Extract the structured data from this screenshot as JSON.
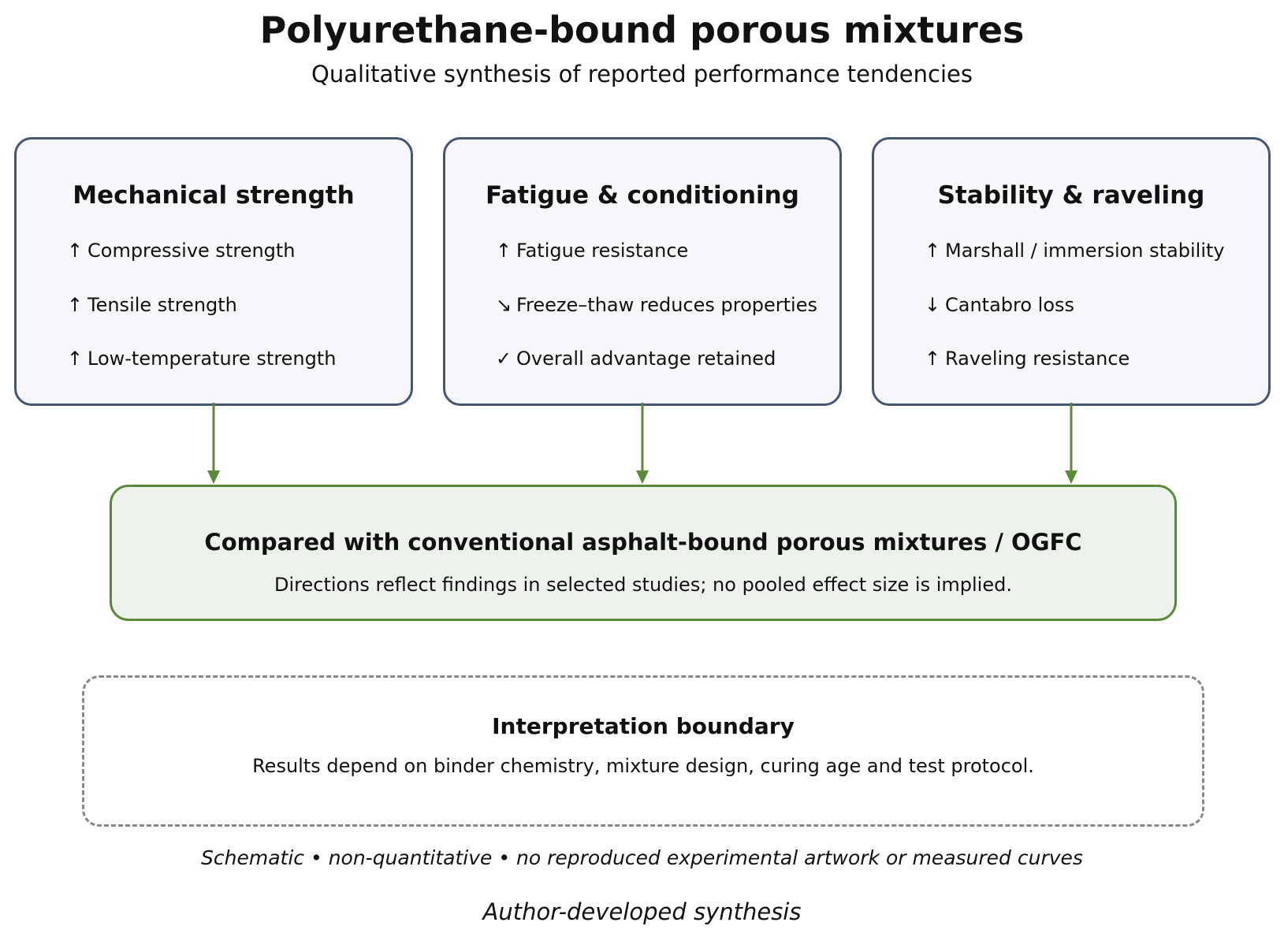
{
  "header": {
    "title": "Polyurethane-bound porous mixtures",
    "subtitle": "Qualitative synthesis of reported performance tendencies"
  },
  "cards": [
    {
      "title": "Mechanical strength",
      "items": [
        {
          "symbol": "↑",
          "text": "Compressive strength"
        },
        {
          "symbol": "↑",
          "text": "Tensile strength"
        },
        {
          "symbol": "↑",
          "text": "Low-temperature strength"
        }
      ]
    },
    {
      "title": "Fatigue & conditioning",
      "items": [
        {
          "symbol": "↑",
          "text": "Fatigue resistance"
        },
        {
          "symbol": "↘",
          "text": "Freeze–thaw reduces properties"
        },
        {
          "symbol": "✓",
          "text": "Overall advantage retained"
        }
      ]
    },
    {
      "title": "Stability & raveling",
      "items": [
        {
          "symbol": "↑",
          "text": "Marshall / immersion stability"
        },
        {
          "symbol": "↓",
          "text": "Cantabro loss"
        },
        {
          "symbol": "↑",
          "text": "Raveling resistance"
        }
      ]
    }
  ],
  "summary": {
    "title": "Compared with conventional asphalt-bound porous mixtures / OGFC",
    "note": "Directions reflect findings in selected studies; no pooled effect size is implied."
  },
  "boundary": {
    "title": "Interpretation boundary",
    "note": "Results depend on binder chemistry, mixture design, curing age and test protocol."
  },
  "footer": {
    "footnote": "Schematic • non-quantitative • no reproduced experimental artwork or measured curves",
    "credit": "Author-developed synthesis"
  },
  "colors": {
    "card_border": "#465670",
    "card_fill": "#f5f7fa",
    "arrow": "#5a8a3a",
    "summary_border": "#5a8a3a",
    "summary_fill": "#edf2ec",
    "boundary_border": "#888888"
  }
}
